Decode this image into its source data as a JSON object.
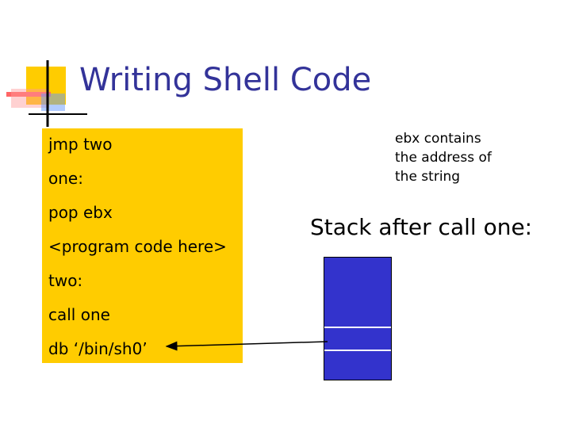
{
  "slide": {
    "title": "Writing Shell Code"
  },
  "code": {
    "lines": [
      "jmp two",
      "one:",
      "pop ebx",
      "<program code here>",
      "two:",
      "call one",
      "db ‘/bin/sh0’"
    ]
  },
  "annotation": {
    "note_lines": [
      "ebx contains",
      "the address of",
      "the string"
    ]
  },
  "stack": {
    "label": "Stack after call one:",
    "fill_color": "#3333cc"
  },
  "colors": {
    "title": "#333399",
    "code_background": "#ffcc00",
    "logo_yellow": "#ffcc00",
    "logo_red": "#ff6666",
    "logo_blue": "#6699ff"
  }
}
